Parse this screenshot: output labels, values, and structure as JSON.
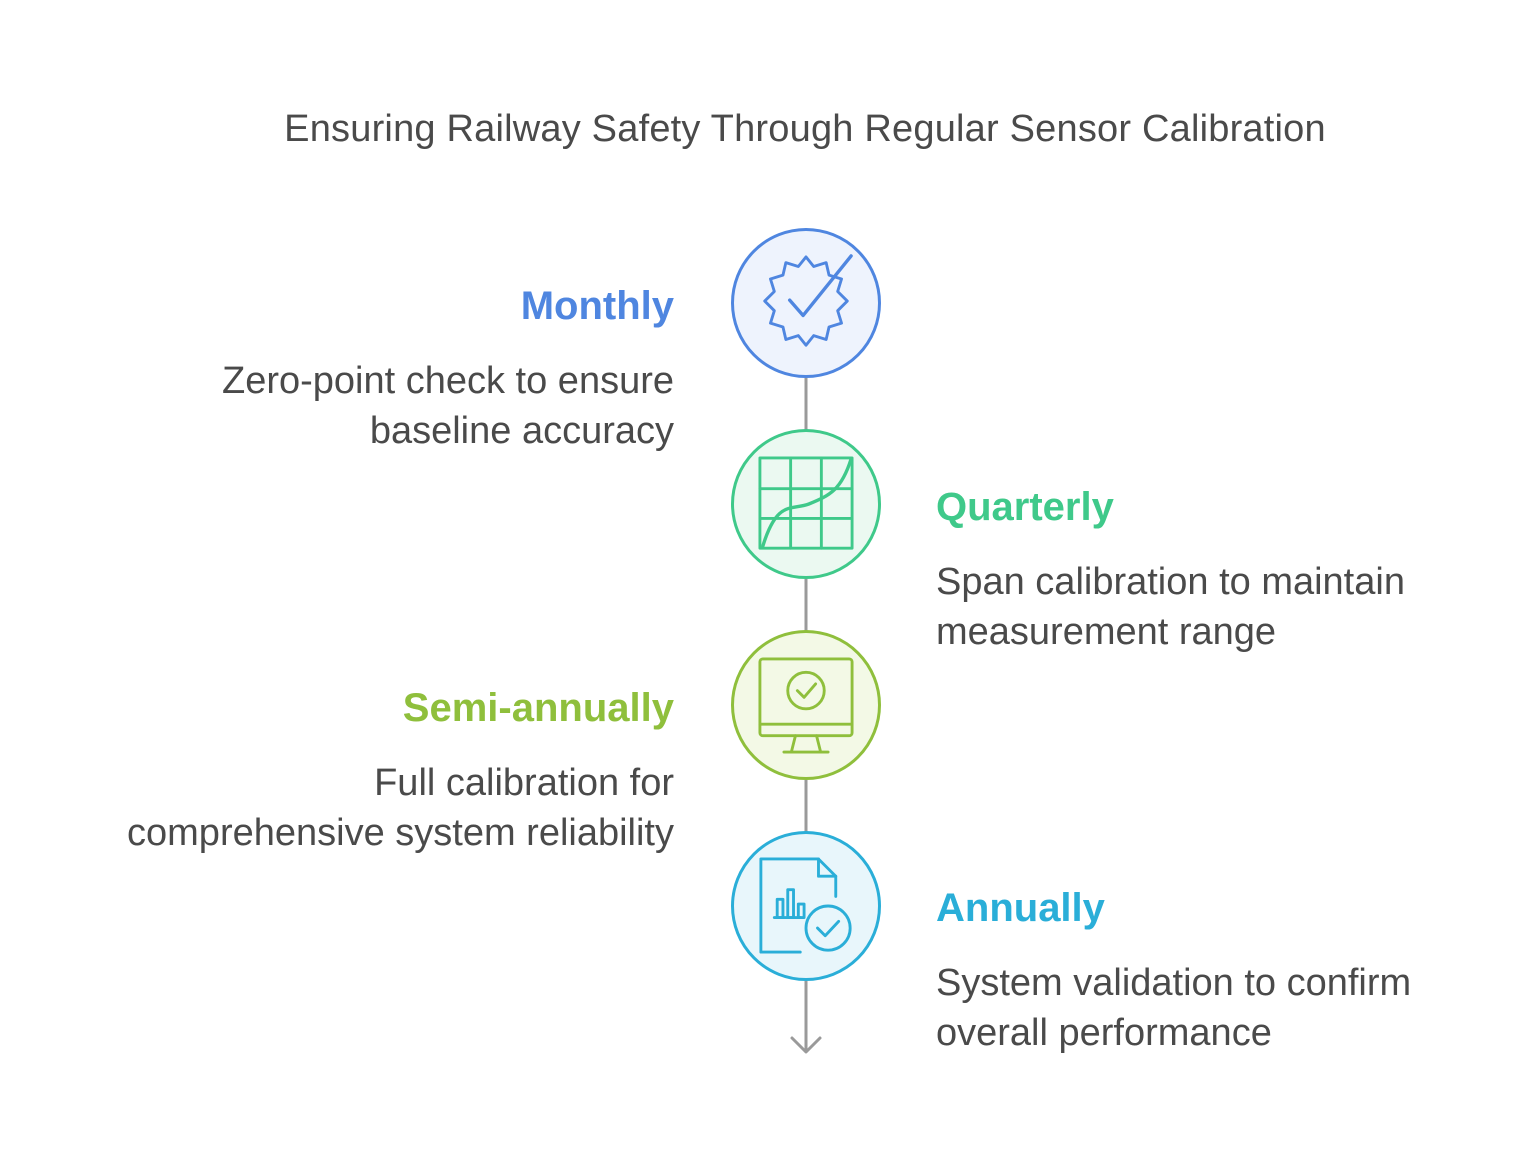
{
  "title": "Ensuring Railway Safety Through Regular Sensor Calibration",
  "steps": [
    {
      "label": "Monthly",
      "description_line1": "Zero-point check to ensure",
      "description_line2": "baseline accuracy",
      "color": "#4f86e0",
      "fill": "#eef3fd",
      "icon": "gear-check-icon",
      "side": "left"
    },
    {
      "label": "Quarterly",
      "description_line1": "Span calibration to maintain",
      "description_line2": "measurement range",
      "color": "#3fc98a",
      "fill": "#ebf9f1",
      "icon": "calibration-curve-grid-icon",
      "side": "right"
    },
    {
      "label": "Semi-annually",
      "description_line1": "Full calibration for",
      "description_line2": "comprehensive system reliability",
      "color": "#8fbf3c",
      "fill": "#f3f9e6",
      "icon": "monitor-check-icon",
      "side": "left"
    },
    {
      "label": "Annually",
      "description_line1": "System validation to confirm",
      "description_line2": "overall performance",
      "color": "#2aaed8",
      "fill": "#e8f6fb",
      "icon": "report-check-icon",
      "side": "right"
    }
  ],
  "connector_color": "#9a9a9a",
  "arrow_icon": "arrow-down-icon"
}
